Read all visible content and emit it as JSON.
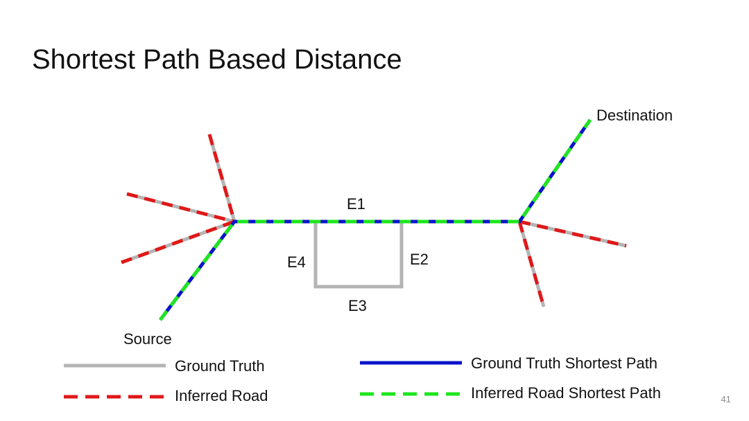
{
  "slide": {
    "title": "Shortest Path Based Distance",
    "page_number": "41"
  },
  "diagram": {
    "node_labels": {
      "source": "Source",
      "destination": "Destination"
    },
    "edge_labels": {
      "e1": "E1",
      "e2": "E2",
      "e3": "E3",
      "e4": "E4"
    }
  },
  "legend": {
    "ground_truth": "Ground Truth",
    "inferred_road": "Inferred Road",
    "gt_shortest_path": "Ground Truth Shortest Path",
    "inferred_shortest_path": "Inferred Road Shortest Path"
  },
  "colors": {
    "ground_truth": "#b4b4b4",
    "inferred_road": "#e01818",
    "gt_shortest_path": "#0a14c8",
    "inferred_shortest_path": "#1ee61e"
  }
}
